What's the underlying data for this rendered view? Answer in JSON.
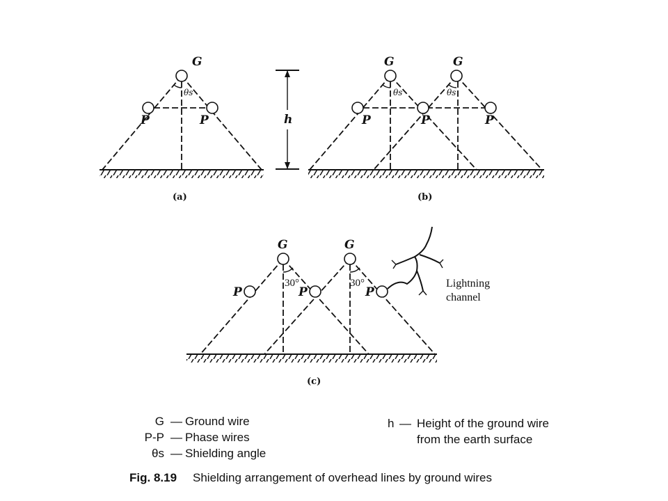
{
  "labels": {
    "ground_wire": "G",
    "phase_wire": "P",
    "height": "h",
    "shielding_angle": "θs",
    "angle_30": "30°",
    "lightning_line1": "Lightning",
    "lightning_line2": "channel"
  },
  "subfigures": {
    "a": "(a)",
    "b": "(b)",
    "c": "(c)"
  },
  "legend": {
    "left": [
      {
        "symbol": "G",
        "sep": "—",
        "text": "Ground wire"
      },
      {
        "symbol": "P-P",
        "sep": "—",
        "text": "Phase wires"
      },
      {
        "symbol": "θs",
        "sep": "—",
        "text": "Shielding angle"
      }
    ],
    "right": {
      "symbol": "h",
      "sep": "—",
      "line1": "Height of the ground wire",
      "line2": "from the earth surface"
    }
  },
  "caption": {
    "fig": "Fig. 8.19",
    "text": "Shielding arrangement of overhead lines by ground wires"
  }
}
